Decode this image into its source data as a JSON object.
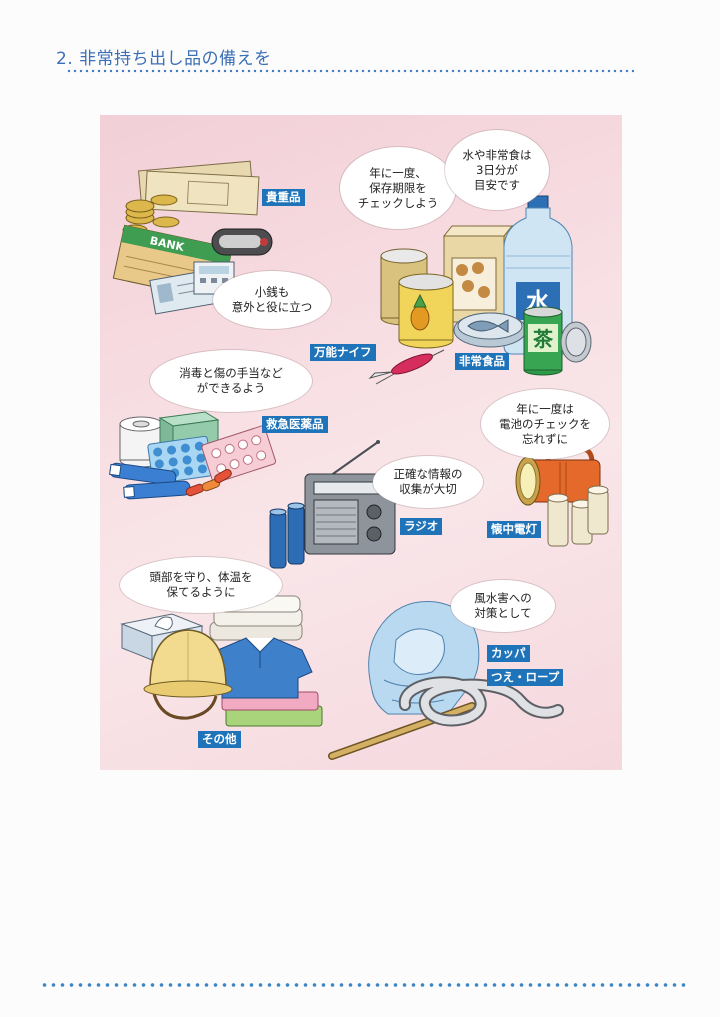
{
  "header": {
    "title": "2. 非常持ち出し品の備えを"
  },
  "labels": {
    "valuables": "貴重品",
    "multi_knife": "万能ナイフ",
    "emergency_food": "非常食品",
    "first_aid": "救急医薬品",
    "radio": "ラジオ",
    "flashlight": "懐中電灯",
    "raincoat": "カッパ",
    "cane_rope": "つえ・ロープ",
    "others": "その他"
  },
  "bubbles": {
    "coins": "小銭も\n意外と役に立つ",
    "expiry": "年に一度、\n保存期限を\nチェックしよう",
    "three_days": "水や非常食は\n3日分が\n目安です",
    "first_aid": "消毒と傷の手当など\nができるよう",
    "battery": "年に一度は\n電池のチェックを\n忘れずに",
    "radio": "正確な情報の\n収集が大切",
    "others": "頭部を守り、体温を\n保てるように",
    "storm": "風水害への\n対策として"
  },
  "illustration_text": {
    "bankbook": "BANK",
    "water_bottle": "水",
    "tea_can": "茶"
  },
  "colors": {
    "title_blue": "#3b6fb6",
    "label_blue": "#1f74b9",
    "panel_pink": "#f6d9df",
    "dot_blue": "#3d86c6"
  }
}
